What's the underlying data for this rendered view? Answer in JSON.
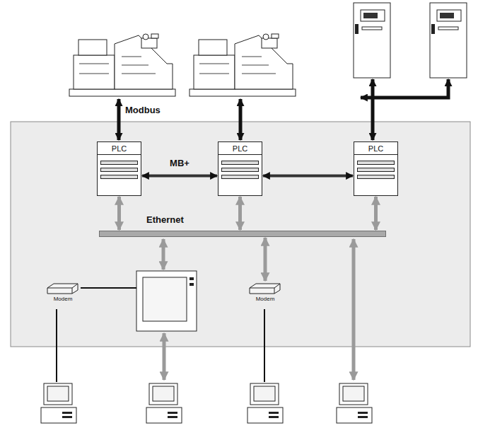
{
  "diagram": {
    "nodes": [
      {
        "text": [
          "PLC"
        ]
      },
      {
        "text": [
          "PLC"
        ]
      },
      {
        "text": [
          "PLC"
        ]
      },
      {
        "text": [
          "Ethernet"
        ]
      },
      {
        "text": [
          "Modem"
        ]
      },
      {
        "text": [
          "Modem"
        ]
      }
    ],
    "edges": [
      {
        "from": 0,
        "to": 1,
        "arrow": "both",
        "label": "MB+"
      },
      {
        "from": 1,
        "to": 2,
        "arrow": "both"
      },
      {
        "from": 0,
        "to": 3,
        "arrow": "both"
      },
      {
        "from": 1,
        "to": 3,
        "arrow": "both"
      },
      {
        "from": 2,
        "to": 3,
        "arrow": "both"
      },
      {
        "from": 5,
        "to": 3,
        "arrow": "both"
      }
    ],
    "labels": [
      "Modbus"
    ]
  }
}
